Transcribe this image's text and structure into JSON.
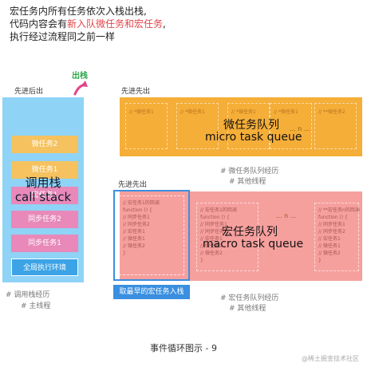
{
  "header": {
    "line1": "宏任务内所有任务依次入栈出栈,",
    "line2_pre": "代码内容会有",
    "line2_hl": "新入队微任务和宏任务",
    "line2_post": ",",
    "line3": "执行经过流程同之前一样"
  },
  "stack": {
    "top_label": "先进后出",
    "pop_label": "出栈",
    "title_zh": "调用栈",
    "title_en": "call stack",
    "items": [
      "微任务2",
      "微任务1",
      "宏任务1",
      "同步任务2",
      "同步任务1"
    ],
    "global": "全局执行环境",
    "notes": [
      "# 调用栈经历",
      "# 主线程"
    ]
  },
  "micro": {
    "top_label": "先进先出",
    "title_zh": "微任务队列",
    "title_en": "micro task queue",
    "cells": [
      "// *微任务1",
      "// *微任务1",
      "// *微任务1",
      "// *微任务1",
      "// **微任务2"
    ],
    "dots": "... n ...",
    "notes": [
      "# 微任务队列经历",
      "# 其他线程"
    ]
  },
  "macro": {
    "top_label": "先进先出",
    "title_zh": "宏任务队列",
    "title_en": "macro task queue",
    "first_cell": [
      "// 宏任务1的回调",
      "function () {",
      "  // 同步任务1",
      "  // 同步任务2",
      "  // 宏任务1",
      "  // 微任务1",
      "  // 微任务2",
      "}"
    ],
    "second_cell": [
      "// 宏任务1的回调",
      "function () {",
      "  // 同步任务1",
      "  // 同步任务2",
      "  // 宏任务1",
      "  // 微任务1",
      "  // 微任务2",
      "}"
    ],
    "last_cell": [
      "// **宏任务n的回调",
      "function () {",
      "  // 同步任务1",
      "  // 同步任务2",
      "  // 宏任务1",
      "  // 微任务1",
      "  // 微任务2",
      "}"
    ],
    "dots": "... n ...",
    "first_label": "取最早的宏任务入栈",
    "notes": [
      "# 宏任务队列经历",
      "# 其他线程"
    ]
  },
  "caption": "事件循环图示 - 9",
  "watermark": "@稀土掘金技术社区",
  "colors": {
    "stack_bg": "#8fd3f7",
    "micro_bg": "#f5ae38",
    "macro_bg": "#f6a09e",
    "highlight": "#e2454a",
    "select_blue": "#3a8fe0",
    "pop_green": "#2fa84a"
  }
}
